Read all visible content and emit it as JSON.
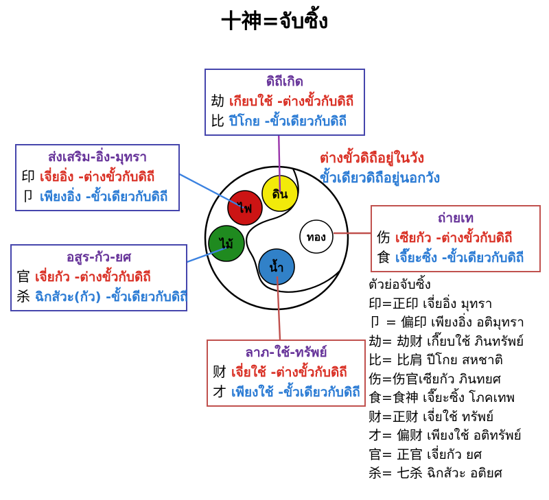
{
  "title": "十神=จับซิ้ง",
  "colors": {
    "blue_box_border": "#4545ac",
    "red_box_border": "#c0504d",
    "heading_purple": "#663399",
    "opposite_polarity_red": "#d93025",
    "same_polarity_blue": "#2b7bd4",
    "connector_purple": "#9933aa",
    "connector_blue": "#3b82e0",
    "connector_red": "#c0504d",
    "fire_circle": "#cc1414",
    "earth_circle": "#f2ea0a",
    "wood_circle": "#1f8a1f",
    "water_circle": "#3181c8",
    "metal_circle": "#ffffff"
  },
  "boxes": {
    "birth": {
      "heading": "ดิถีเกิด",
      "rows": [
        {
          "symbol": "劫",
          "text": "เกียบใช้ -ต่างขั้วกับดิถี"
        },
        {
          "symbol": "比",
          "text": "ปีโกย -ขั้วเดียวกับดิถี"
        }
      ]
    },
    "support": {
      "heading": "ส่งเสริม-อิ่ง-มุทรา",
      "rows": [
        {
          "symbol": "印",
          "text": "เจี่ยอิ่ง -ต่างขั้วกับดิถี"
        },
        {
          "symbol": "卩",
          "text": "เพียงอิ่ง -ขั้วเดียวกับดิถี"
        }
      ]
    },
    "power": {
      "heading": "อสูร-กัว-ยศ",
      "rows": [
        {
          "symbol": "官",
          "text": "เจี่ยกัว -ต่างขั้วกับดิถี"
        },
        {
          "symbol": "杀",
          "text": "ฉิกสัวะ(กัว) -ขั้วเดียวกับดิถี"
        }
      ]
    },
    "output": {
      "heading": "ถ่ายเท",
      "rows": [
        {
          "symbol": "伤",
          "text": "เซียกัว -ต่างขั้วกับดิถี"
        },
        {
          "symbol": "食",
          "text": "เจี๊ยะซิ้ง -ขั้วเดียวกับดิถี"
        }
      ]
    },
    "wealth": {
      "heading": "ลาภ-ใช้-ทรัพย์",
      "rows": [
        {
          "symbol": "财",
          "text": "เจี่ยใช้ -ต่างขั้วกับดิถี"
        },
        {
          "symbol": "才",
          "text": "เพียงใช้ -ขั้วเดียวกับดิถี"
        }
      ]
    }
  },
  "annotation": {
    "line1": "ต่างขั้วดิถือยู่ในวัง",
    "line2": "ขั้วเดียวดิถือยู่นอกวัง"
  },
  "elements": {
    "fire": "ไฟ",
    "earth": "ดิน",
    "wood": "ไม้",
    "metal": "ทอง",
    "water": "น้ำ"
  },
  "legend": {
    "heading": "ตัวย่อจับซิ้ง",
    "items": [
      "印=正印 เจี่ยอิ่ง มุทรา",
      "卩 = 偏印 เพียงอิ่ง อติมุทรา",
      "劫= 劫财  เกี๊ยบใช้ ภินทรัพย์",
      "比= 比肩 ปีโกย สหชาติ",
      "伤=伤官เซียกัว ภินทยศ",
      "食=食神 เจี๊ยะซิ้ง โภคเทพ",
      "财=正财 เจี่ยใช้ ทรัพย์",
      "才=  偏财 เพียงใช้ อติทรัพย์",
      "官= 正官 เจี่ยกัว ยศ",
      "杀= 七杀 ฉิกสัวะ อติยศ"
    ]
  }
}
